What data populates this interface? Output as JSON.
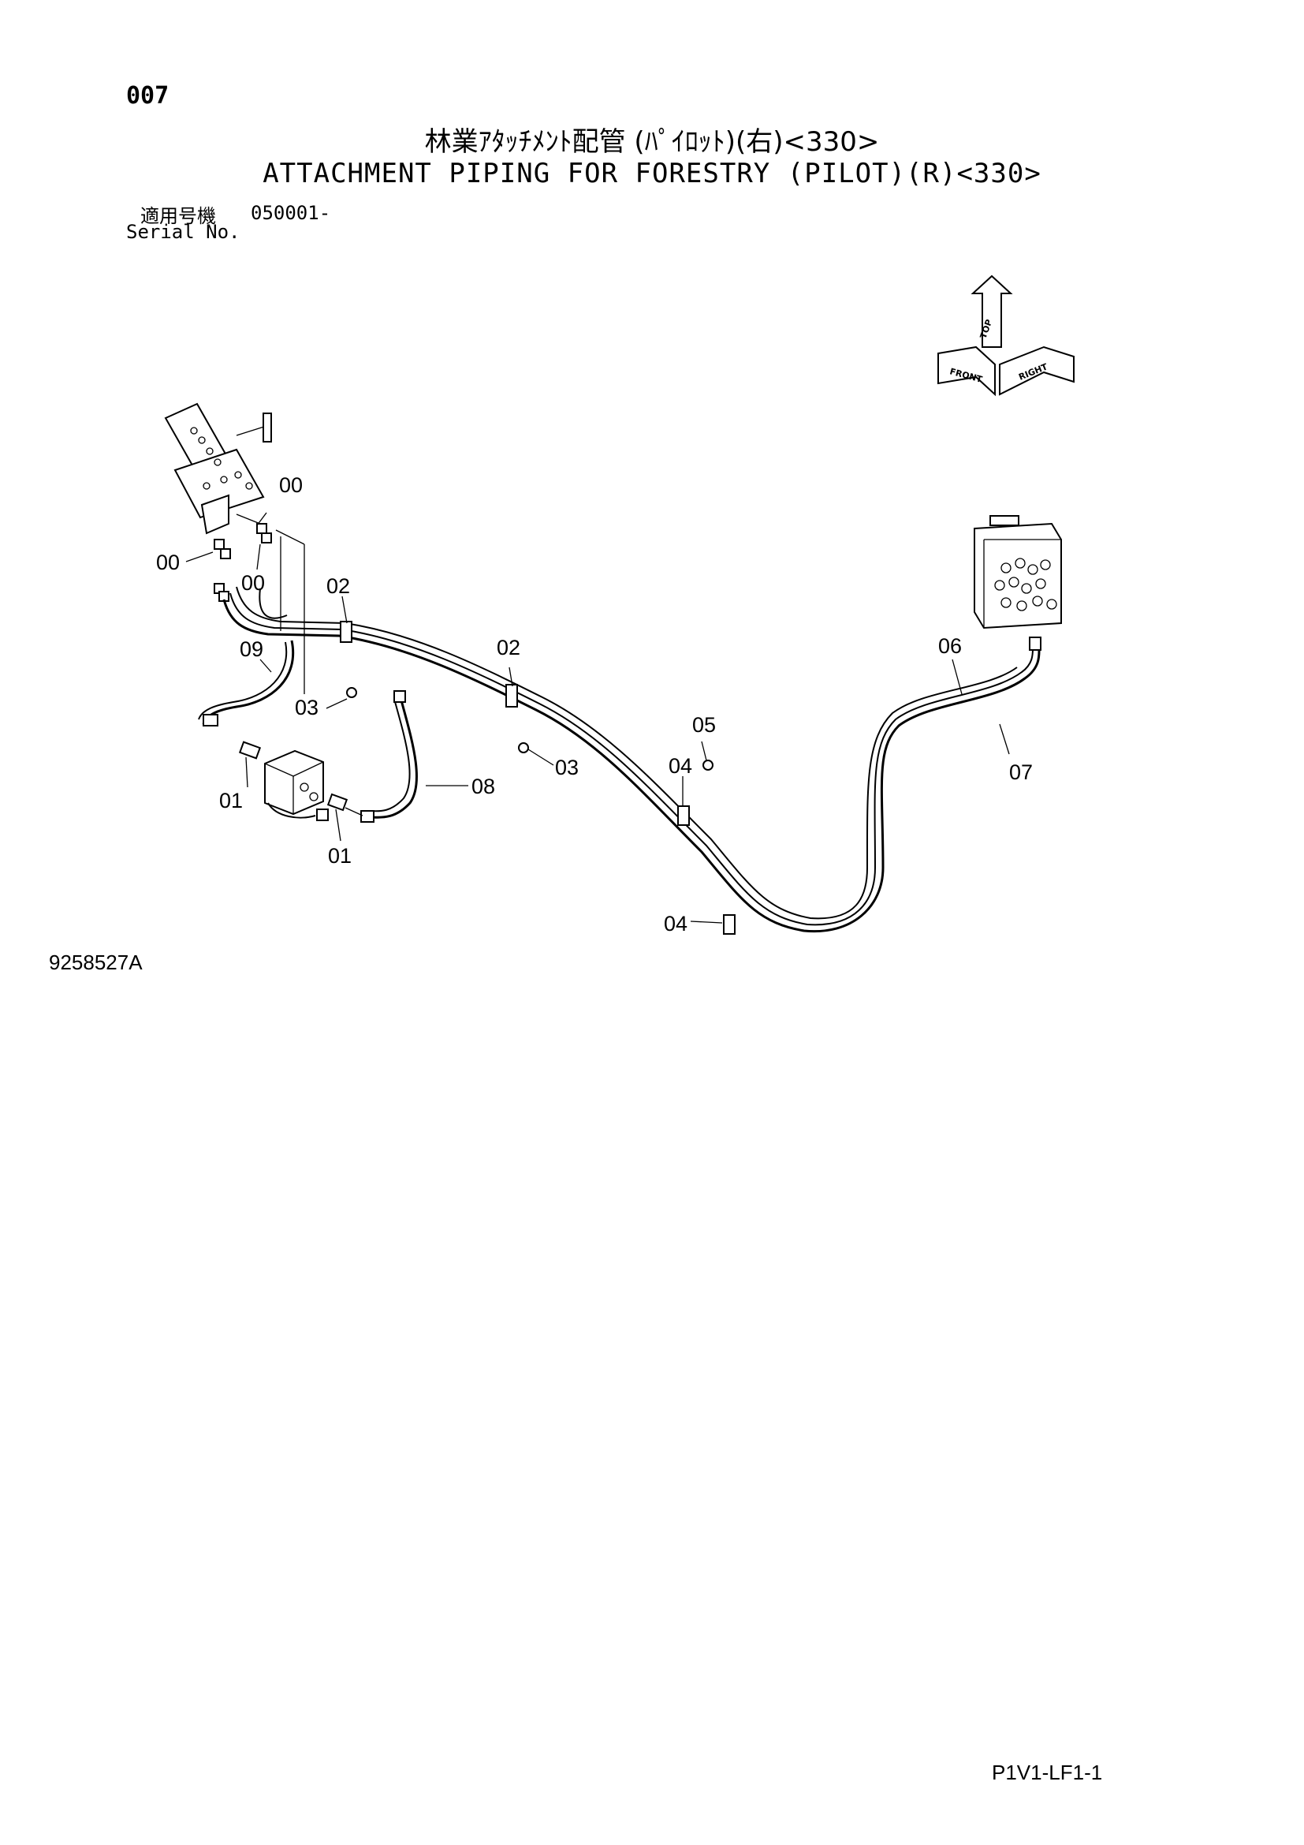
{
  "header": {
    "page_number": "007",
    "title_jp": "林業ｱﾀｯﾁﾒﾝﾄ配管 (ﾊﾟｲﾛｯﾄ)(右)<330>",
    "title_en": "ATTACHMENT PIPING FOR FORESTRY (PILOT)(R)<330>",
    "serial_label_jp": "適用号機",
    "serial_value": "050001-",
    "serial_label_en": "Serial No."
  },
  "callouts": {
    "c00_top": "00",
    "c00_left": "00",
    "c00_mid": "00",
    "c02_a": "02",
    "c02_b": "02",
    "c09": "09",
    "c03_a": "03",
    "c03_b": "03",
    "c01_a": "01",
    "c01_b": "01",
    "c08": "08",
    "c05": "05",
    "c04_a": "04",
    "c04_b": "04",
    "c06": "06",
    "c07": "07"
  },
  "orientation": {
    "top": "TOP",
    "front": "FRONT",
    "right": "RIGHT"
  },
  "footer": {
    "drawing_number": "9258527A",
    "sheet_code": "P1V1-LF1-1"
  }
}
